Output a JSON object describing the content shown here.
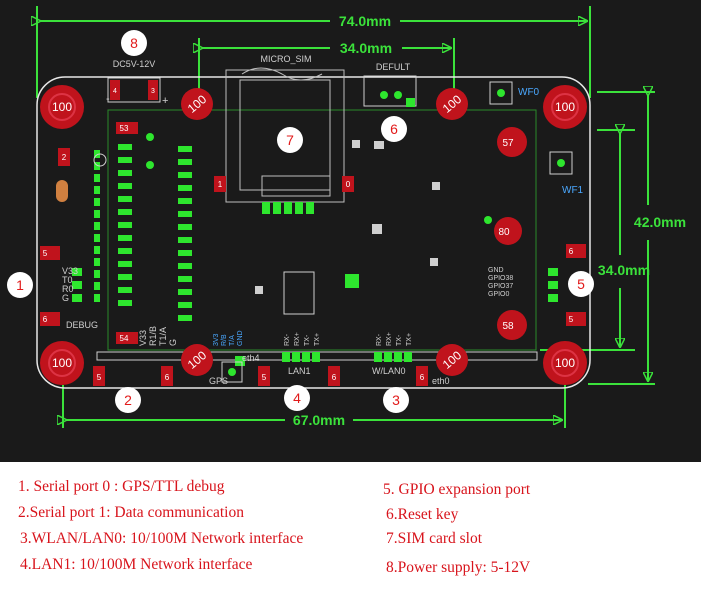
{
  "dimensions": {
    "outer_width": "74.0mm",
    "sim_span": "34.0mm",
    "bottom_span": "67.0mm",
    "right_height": "42.0mm",
    "right_inner_height": "34.0mm"
  },
  "board_labels": {
    "dc_in": "DC5V-12V",
    "minus": "-",
    "plus": "+",
    "micro_sim": "MICRO_SIM",
    "default_key": "DEFULT",
    "wf0": "WF0",
    "wf1": "WF1",
    "debug": "DEBUG",
    "gps": "GPS",
    "lan1": "LAN1",
    "wlan0": "W/LAN0",
    "eth0": "eth0",
    "eth4": "eth4",
    "debug_pins": [
      "V33",
      "T0",
      "R0",
      "G"
    ],
    "gps_pins": [
      "V33",
      "R1/B",
      "T1/A",
      "G"
    ],
    "gps_pins_right": [
      "3V3",
      "R/B",
      "T/A",
      "GND"
    ],
    "lan1_pins": [
      "RX-",
      "RX+",
      "TX-",
      "TX+"
    ],
    "wlan0_pins": [
      "RX-",
      "RX+",
      "TX-",
      "TX+"
    ],
    "gpio_pins": [
      "GND",
      "GPIO38",
      "GPIO37",
      "GPIO0"
    ],
    "hole_text": "100",
    "chip_labels": {
      "c53": "53",
      "c54": "54",
      "c57": "57",
      "c58": "58",
      "c80": "80",
      "c6a": "6",
      "c6b": "6",
      "c6c": "6",
      "c6d": "6",
      "c6e": "6",
      "c5a": "5",
      "c5b": "5",
      "c5c": "5",
      "c5d": "5",
      "c4": "4",
      "c3": "3",
      "c2": "2",
      "c1": "1",
      "c0": "0"
    }
  },
  "markers": [
    "1",
    "2",
    "3",
    "4",
    "5",
    "6",
    "7",
    "8"
  ],
  "legend": {
    "left": [
      "1. Serial port 0 : GPS/TTL debug",
      "2.Serial port 1: Data communication",
      "3.WLAN/LAN0: 10/100M Network interface",
      "4.LAN1: 10/100M Network interface"
    ],
    "right": [
      "5. GPIO expansion port",
      "6.Reset key",
      "7.SIM card slot",
      "8.Power supply: 5-12V"
    ]
  },
  "colors": {
    "background": "#1a1a1a",
    "dimension_lines": "#3be23b",
    "marker_text": "#e21a1a",
    "mount_hole": "#c0131c",
    "legend_text": "#d8141c",
    "silkscreen": "#c9c9c9"
  }
}
